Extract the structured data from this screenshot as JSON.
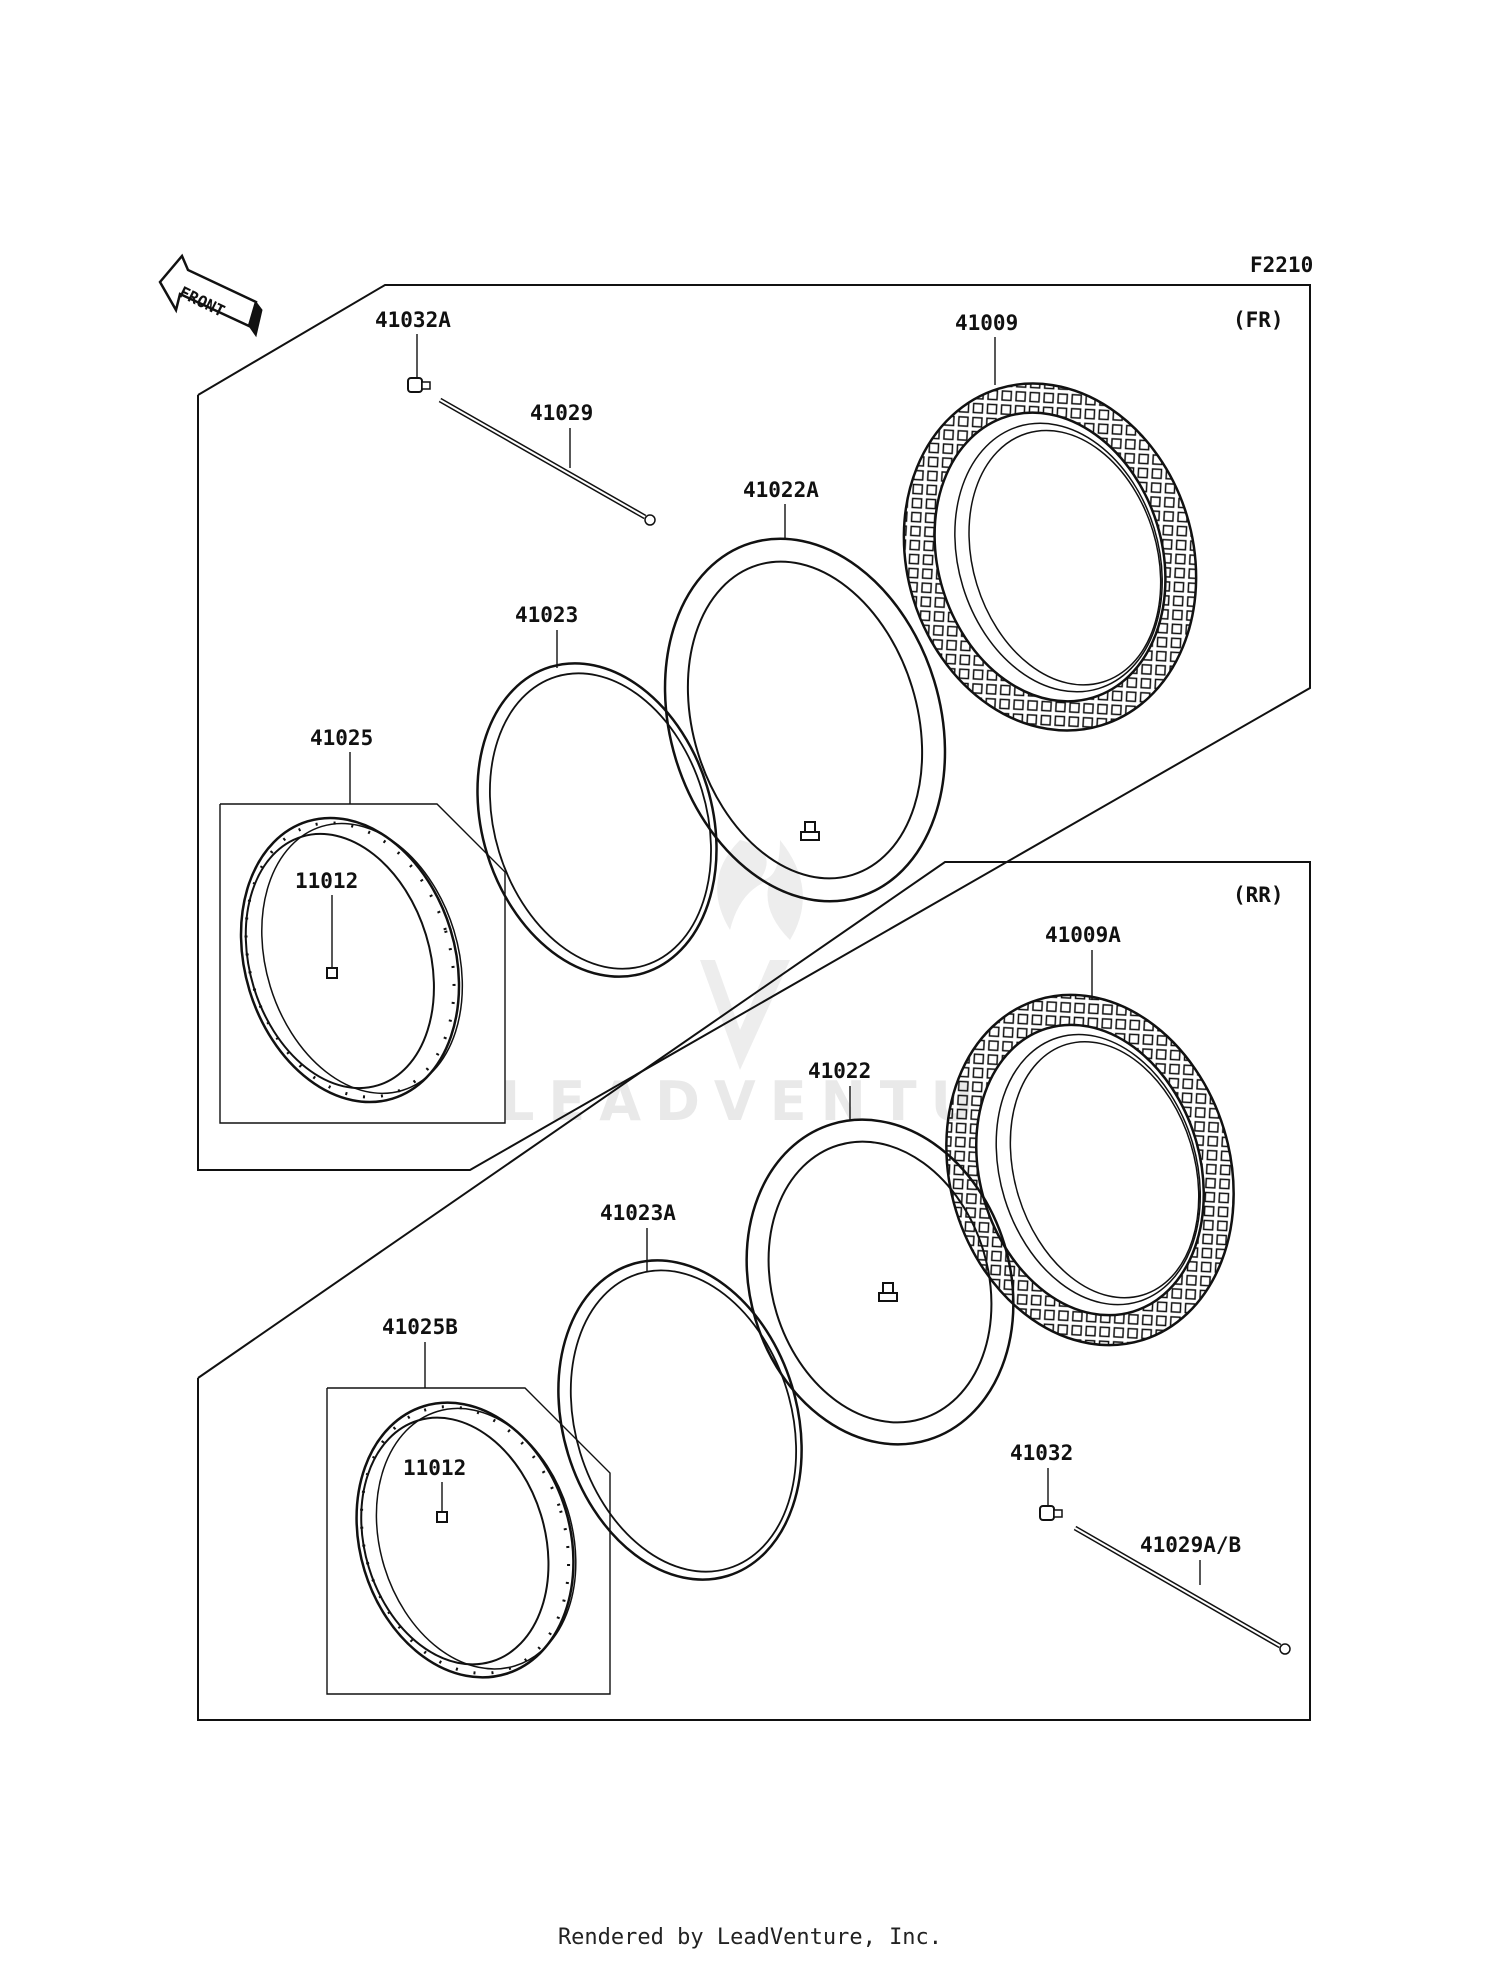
{
  "figure_code": "F2210",
  "front_arrow": {
    "label": "FRONT"
  },
  "sections": {
    "front": {
      "tag": "(FR)"
    },
    "rear": {
      "tag": "(RR)"
    }
  },
  "parts": {
    "front_valve_cap": "41032A",
    "front_spoke": "41029",
    "front_tire": "41009",
    "front_tube": "41022A",
    "front_rim_band": "41023",
    "front_rim": "41025",
    "front_rim_nipple": "11012",
    "rear_tire": "41009A",
    "rear_tube": "41022",
    "rear_rim_band": "41023A",
    "rear_rim": "41025B",
    "rear_rim_nipple": "11012",
    "rear_valve_cap": "41032",
    "rear_spoke": "41029A/B"
  },
  "watermark": "LEADVENTURE",
  "footer": "Rendered by LeadVenture, Inc.",
  "icons": {
    "front_arrow": "front-arrow-icon",
    "tire": "knobby-tire-icon",
    "tube": "inner-tube-icon",
    "rim_band": "rim-band-icon",
    "rim": "rim-icon",
    "spoke": "spoke-icon",
    "valve": "valve-cap-icon"
  }
}
